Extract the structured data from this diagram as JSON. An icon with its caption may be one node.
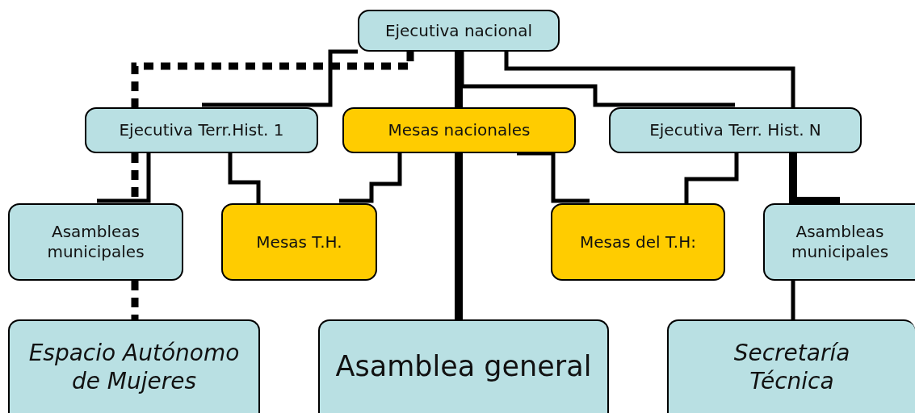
{
  "diagram": {
    "nodes": [
      {
        "text": [
          "Ejecutiva nacional"
        ]
      },
      {
        "text": [
          "Ejecutiva Terr.Hist. 1"
        ]
      },
      {
        "text": [
          "Mesas nacionales"
        ]
      },
      {
        "text": [
          "Ejecutiva Terr. Hist. N"
        ]
      },
      {
        "text": [
          "Asambleas municipales"
        ]
      },
      {
        "text": [
          "Mesas T.H."
        ]
      },
      {
        "text": [
          "Mesas del T.H:"
        ]
      },
      {
        "text": [
          "Asambleas municipales"
        ]
      },
      {
        "text": [
          "Espacio Autónomo de Mujeres"
        ]
      },
      {
        "text": [
          "Asamblea general"
        ]
      },
      {
        "text": [
          "Secretaría Técnica"
        ]
      }
    ],
    "edges": [
      {
        "from": 0,
        "to": 1,
        "arrow": "none"
      },
      {
        "from": 0,
        "to": 1,
        "arrow": "none",
        "style": "dashed"
      },
      {
        "from": 1,
        "to": 4,
        "arrow": "none",
        "style": "dashed"
      },
      {
        "from": 4,
        "to": 8,
        "arrow": "none",
        "style": "dashed"
      },
      {
        "from": 0,
        "to": 2,
        "arrow": "none",
        "style": "thick"
      },
      {
        "from": 2,
        "to": 9,
        "arrow": "none",
        "style": "thick"
      },
      {
        "from": 0,
        "to": 3,
        "arrow": "none"
      },
      {
        "from": 0,
        "to": 3,
        "arrow": "none"
      },
      {
        "from": 1,
        "to": 4,
        "arrow": "none"
      },
      {
        "from": 1,
        "to": 5,
        "arrow": "none"
      },
      {
        "from": 2,
        "to": 5,
        "arrow": "none"
      },
      {
        "from": 2,
        "to": 6,
        "arrow": "none"
      },
      {
        "from": 3,
        "to": 6,
        "arrow": "none"
      },
      {
        "from": 3,
        "to": 7,
        "arrow": "none",
        "style": "thick"
      },
      {
        "from": 7,
        "to": 10,
        "arrow": "none"
      }
    ]
  }
}
